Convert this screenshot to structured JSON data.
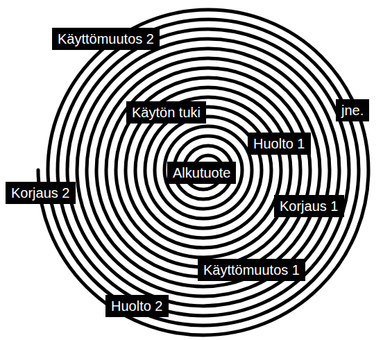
{
  "diagram": {
    "nodes": [
      {
        "text": [
          "Käyttömuutos 2"
        ]
      },
      {
        "text": [
          "jne."
        ]
      },
      {
        "text": [
          "Käytön tuki"
        ]
      },
      {
        "text": [
          "Huolto 1"
        ]
      },
      {
        "text": [
          "Alkutuote"
        ]
      },
      {
        "text": [
          "Korjaus 2"
        ]
      },
      {
        "text": [
          "Korjaus 1"
        ]
      },
      {
        "text": [
          "Käyttömuutos 1"
        ]
      },
      {
        "text": [
          "Huolto 2"
        ]
      }
    ]
  }
}
